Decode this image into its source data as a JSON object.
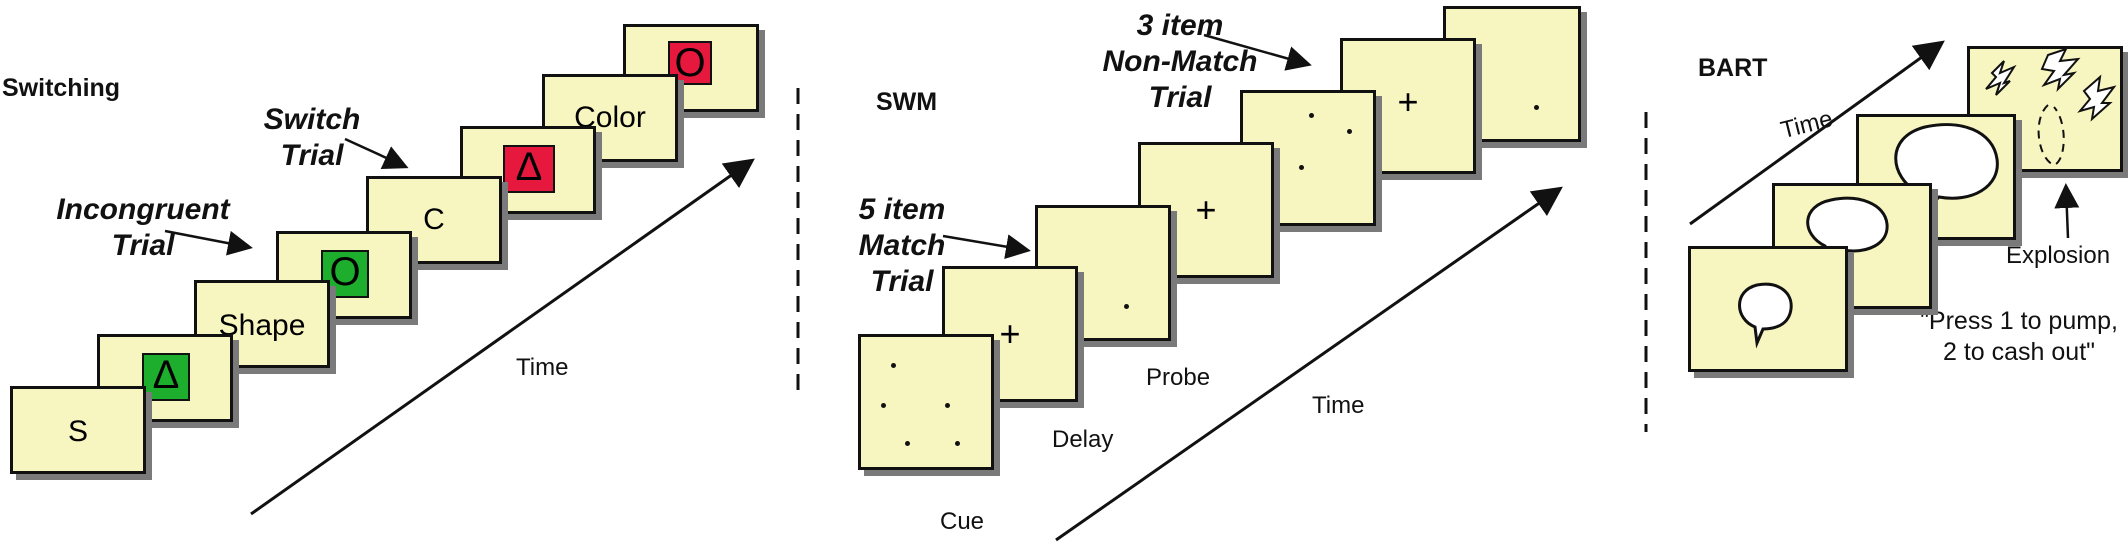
{
  "switching": {
    "title": "Switching",
    "incongruent_trial": [
      "Incongruent",
      "Trial"
    ],
    "switch_trial": [
      "Switch",
      "Trial"
    ],
    "cards": [
      "S",
      "Δ",
      "Shape",
      "O",
      "C",
      "Δ",
      "Color",
      "O"
    ],
    "time_label": "Time"
  },
  "swm": {
    "title": "SWM",
    "match_trial": [
      "5 item",
      "Match",
      "Trial"
    ],
    "nonmatch_trial": [
      "3 item",
      "Non-Match",
      "Trial"
    ],
    "fixation": "+",
    "stage_labels": [
      "Cue",
      "Delay",
      "Probe"
    ],
    "time_label": "Time"
  },
  "bart": {
    "title": "BART",
    "time_label": "Time",
    "explosion_label": "Explosion",
    "instruction": [
      "\"Press 1 to pump,",
      "2 to cash out\""
    ]
  },
  "colors": {
    "card_fill": "#f7f5c0",
    "green_square": "#1cae2c",
    "red_square": "#e7183e"
  }
}
